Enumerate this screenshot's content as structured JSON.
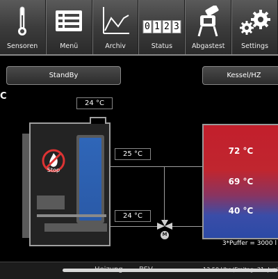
{
  "nav": {
    "sensoren": "Sensoren",
    "menu": "Menü",
    "archiv": "Archiv",
    "status": "Status",
    "abgastest": "Abgastest",
    "settings": "Settings",
    "status_digits": [
      "0",
      "1",
      "2",
      "3"
    ]
  },
  "buttons": {
    "standby": "StandBy",
    "kessel": "Kessel/HZ"
  },
  "side_char": "C",
  "temps": {
    "top": "24 °C",
    "flow": "25 °C",
    "return": "24 °C"
  },
  "boiler": {
    "stop_label": "Stop"
  },
  "tank": {
    "top": "72 °C",
    "mid": "69 °C",
    "bottom": "40 °C",
    "label": "3*Puffer = 3000 l"
  },
  "valve_label": "M",
  "bottom": {
    "tab1": "Heizung",
    "tab2": "BSV",
    "status": "13:50 Uhr (Freitag, 21. Juni 2"
  },
  "colors": {
    "accent_red": "#c21f2c",
    "accent_blue": "#2c4aa6",
    "boiler_blue": "#2f66b8"
  }
}
